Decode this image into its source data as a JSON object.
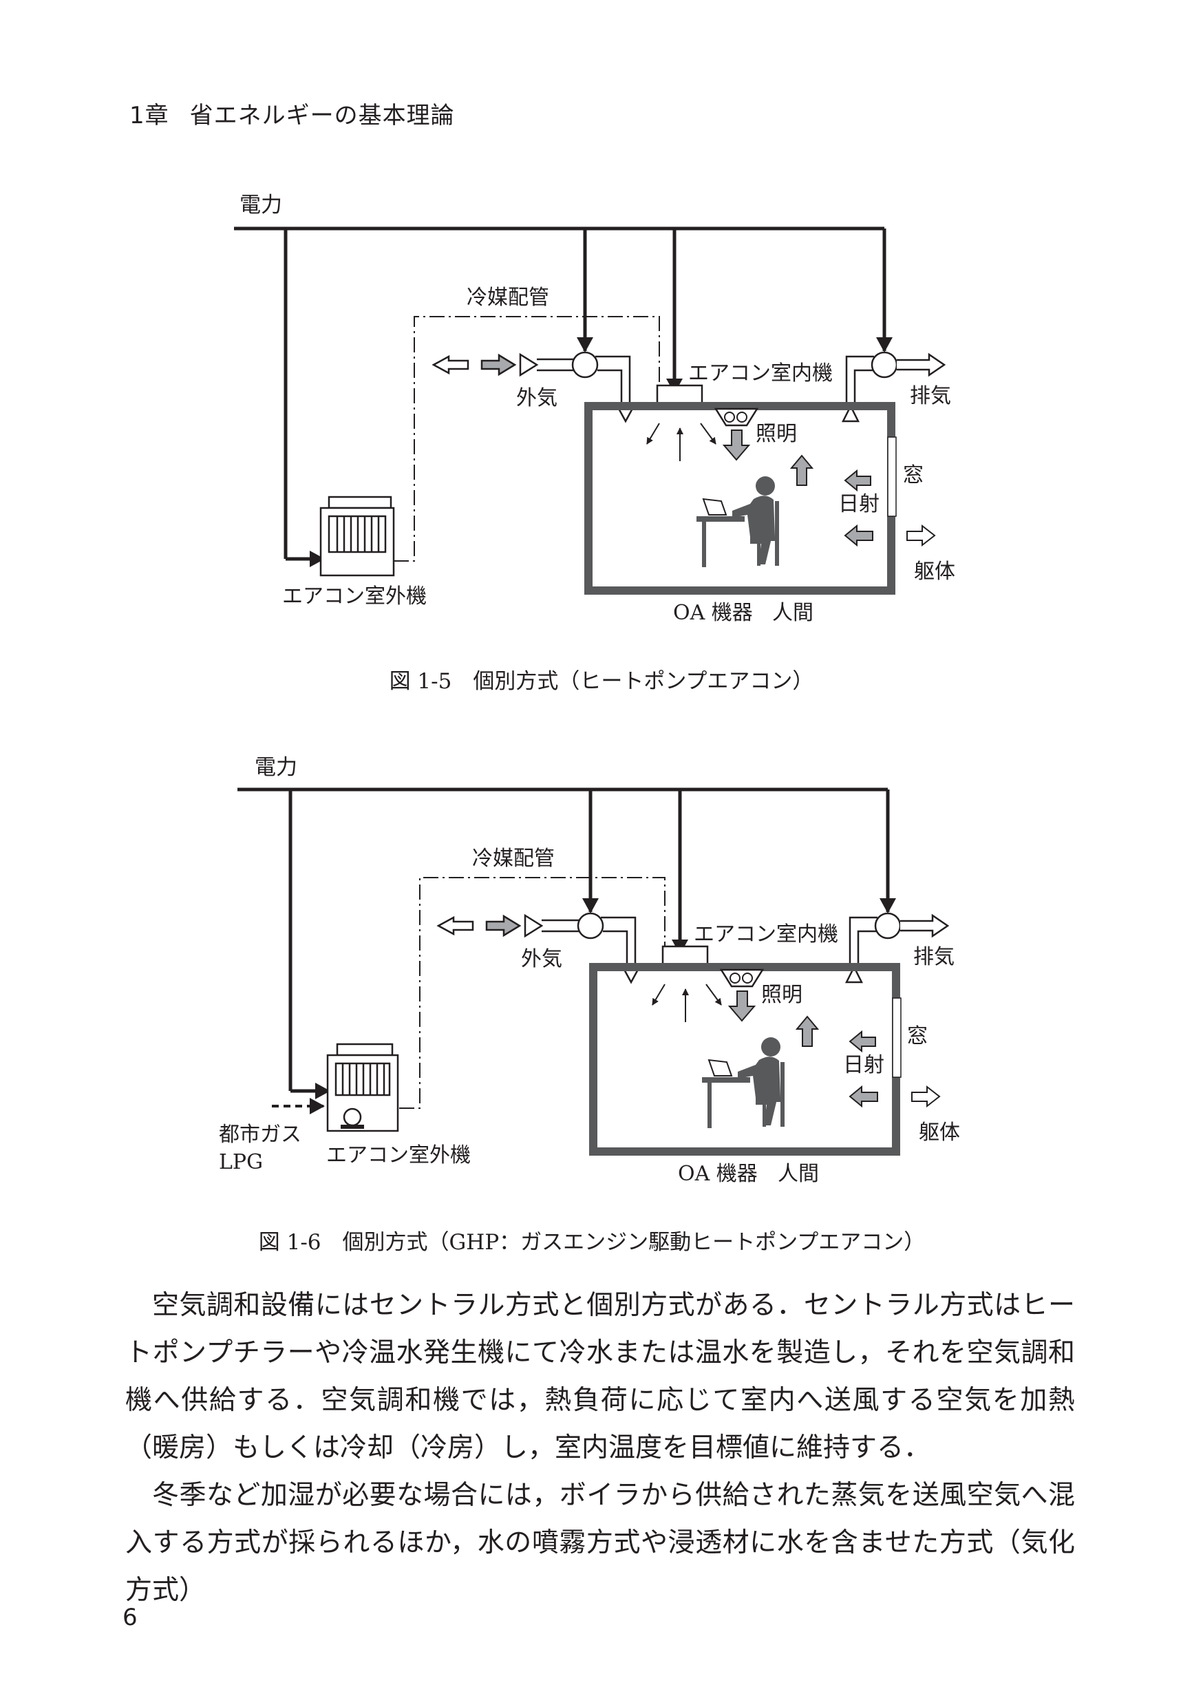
{
  "header": {
    "chapter": "1章",
    "title": "省エネルギーの基本理論"
  },
  "figure1": {
    "labels": {
      "power": "電力",
      "refrigerant_pipe": "冷媒配管",
      "indoor_unit": "エアコン室内機",
      "outside_air": "外気",
      "exhaust": "排気",
      "lighting": "照明",
      "window": "窓",
      "solar": "日射",
      "structure": "躯体",
      "outdoor_unit": "エアコン室外機",
      "oa_equipment": "OA 機器",
      "human": "人間"
    },
    "caption": "図 1-5　個別方式（ヒートポンプエアコン）"
  },
  "figure2": {
    "labels": {
      "power": "電力",
      "refrigerant_pipe": "冷媒配管",
      "indoor_unit": "エアコン室内機",
      "outside_air": "外気",
      "exhaust": "排気",
      "lighting": "照明",
      "window": "窓",
      "solar": "日射",
      "structure": "躯体",
      "outdoor_unit": "エアコン室外機",
      "oa_equipment": "OA 機器",
      "human": "人間",
      "city_gas": "都市ガス",
      "lpg": "LPG"
    },
    "caption": "図 1-6　個別方式（GHP：ガスエンジン駆動ヒートポンプエアコン）"
  },
  "body": {
    "paragraphs": [
      "空気調和設備にはセントラル方式と個別方式がある．セントラル方式はヒートポンプチラーや冷温水発生機にて冷水または温水を製造し，それを空気調和機へ供給する．空気調和機では，熱負荷に応じて室内へ送風する空気を加熱（暖房）もしくは冷却（冷房）し，室内温度を目標値に維持する．",
      "冬季など加湿が必要な場合には，ボイラから供給された蒸気を送風空気へ混入する方式が採られるほか，水の噴霧方式や浸透材に水を含ませた方式（気化方式）"
    ]
  },
  "page_number": "6"
}
